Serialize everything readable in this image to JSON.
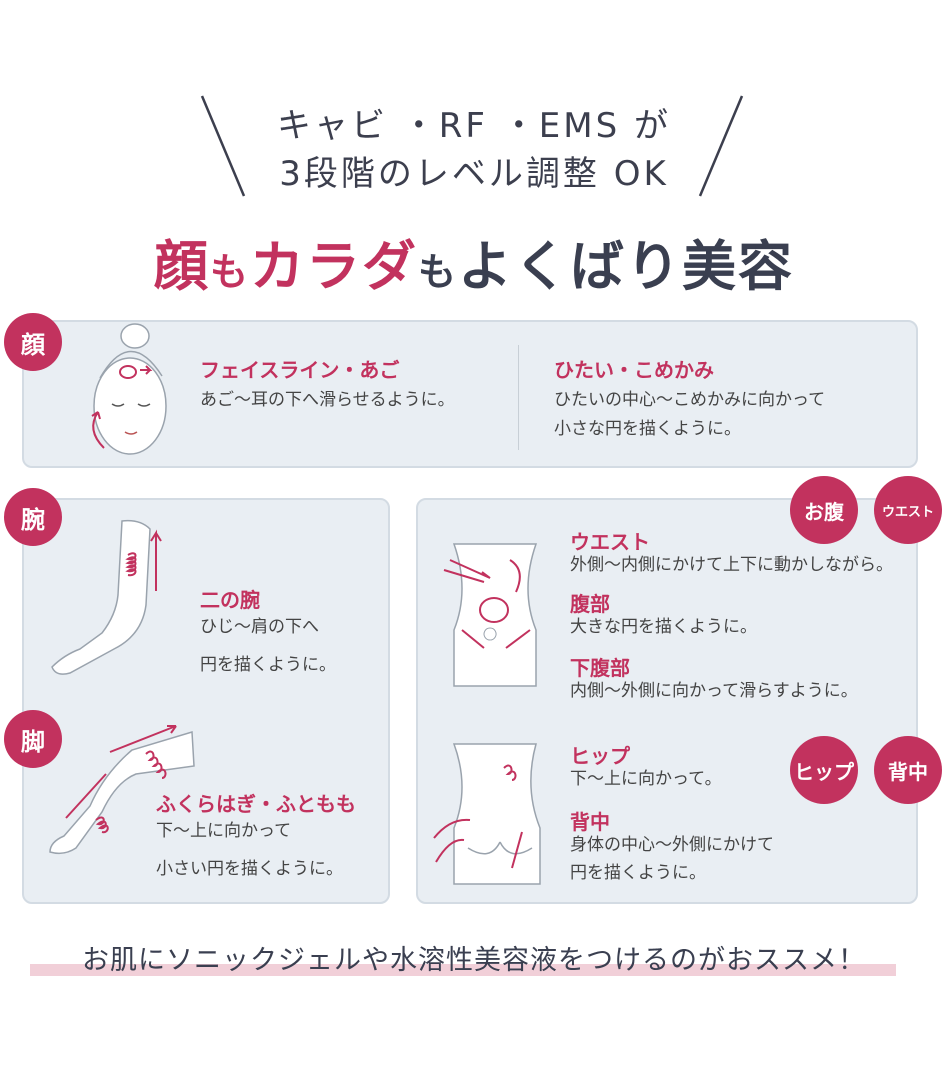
{
  "header": {
    "line1": "キャビ ・RF ・EMS が",
    "line2": "3段階のレベル調整 OK"
  },
  "title": {
    "part1": "顔",
    "part2": "も",
    "part3": "カラダ",
    "part4": "も",
    "part5": "よくばり美容"
  },
  "face": {
    "badge": "顔",
    "item1": {
      "heading": "フェイスライン・あご",
      "desc": "あご〜耳の下へ滑らせるように。"
    },
    "item2": {
      "heading": "ひたい・こめかみ",
      "desc_line1": "ひたいの中心〜こめかみに向かって",
      "desc_line2": "小さな円を描くように。"
    }
  },
  "arm": {
    "badge": "腕",
    "heading": "二の腕",
    "desc_line1": "ひじ〜肩の下へ",
    "desc_line2": "円を描くように。"
  },
  "leg": {
    "badge": "脚",
    "heading": "ふくらはぎ・ふともも",
    "desc_line1": "下〜上に向かって",
    "desc_line2": "小さい円を描くように。"
  },
  "belly": {
    "badge1": "お腹",
    "badge2": "ウエスト",
    "waist": {
      "heading": "ウエスト",
      "desc": "外側〜内側にかけて上下に動かしながら。"
    },
    "abdomen": {
      "heading": "腹部",
      "desc": "大きな円を描くように。"
    },
    "lower": {
      "heading": "下腹部",
      "desc": "内側〜外側に向かって滑らすように。"
    }
  },
  "back": {
    "badge1": "ヒップ",
    "badge2": "背中",
    "hip": {
      "heading": "ヒップ",
      "desc": "下〜上に向かって。"
    },
    "back": {
      "heading": "背中",
      "desc_line1": "身体の中心〜外側にかけて",
      "desc_line2": "円を描くように。"
    }
  },
  "footer": {
    "note": "お肌にソニックジェルや水溶性美容液をつけるのがおススメ！"
  },
  "colors": {
    "accent": "#c2325e",
    "panel": "#e9eef3",
    "text_dark": "#3a3f50"
  }
}
